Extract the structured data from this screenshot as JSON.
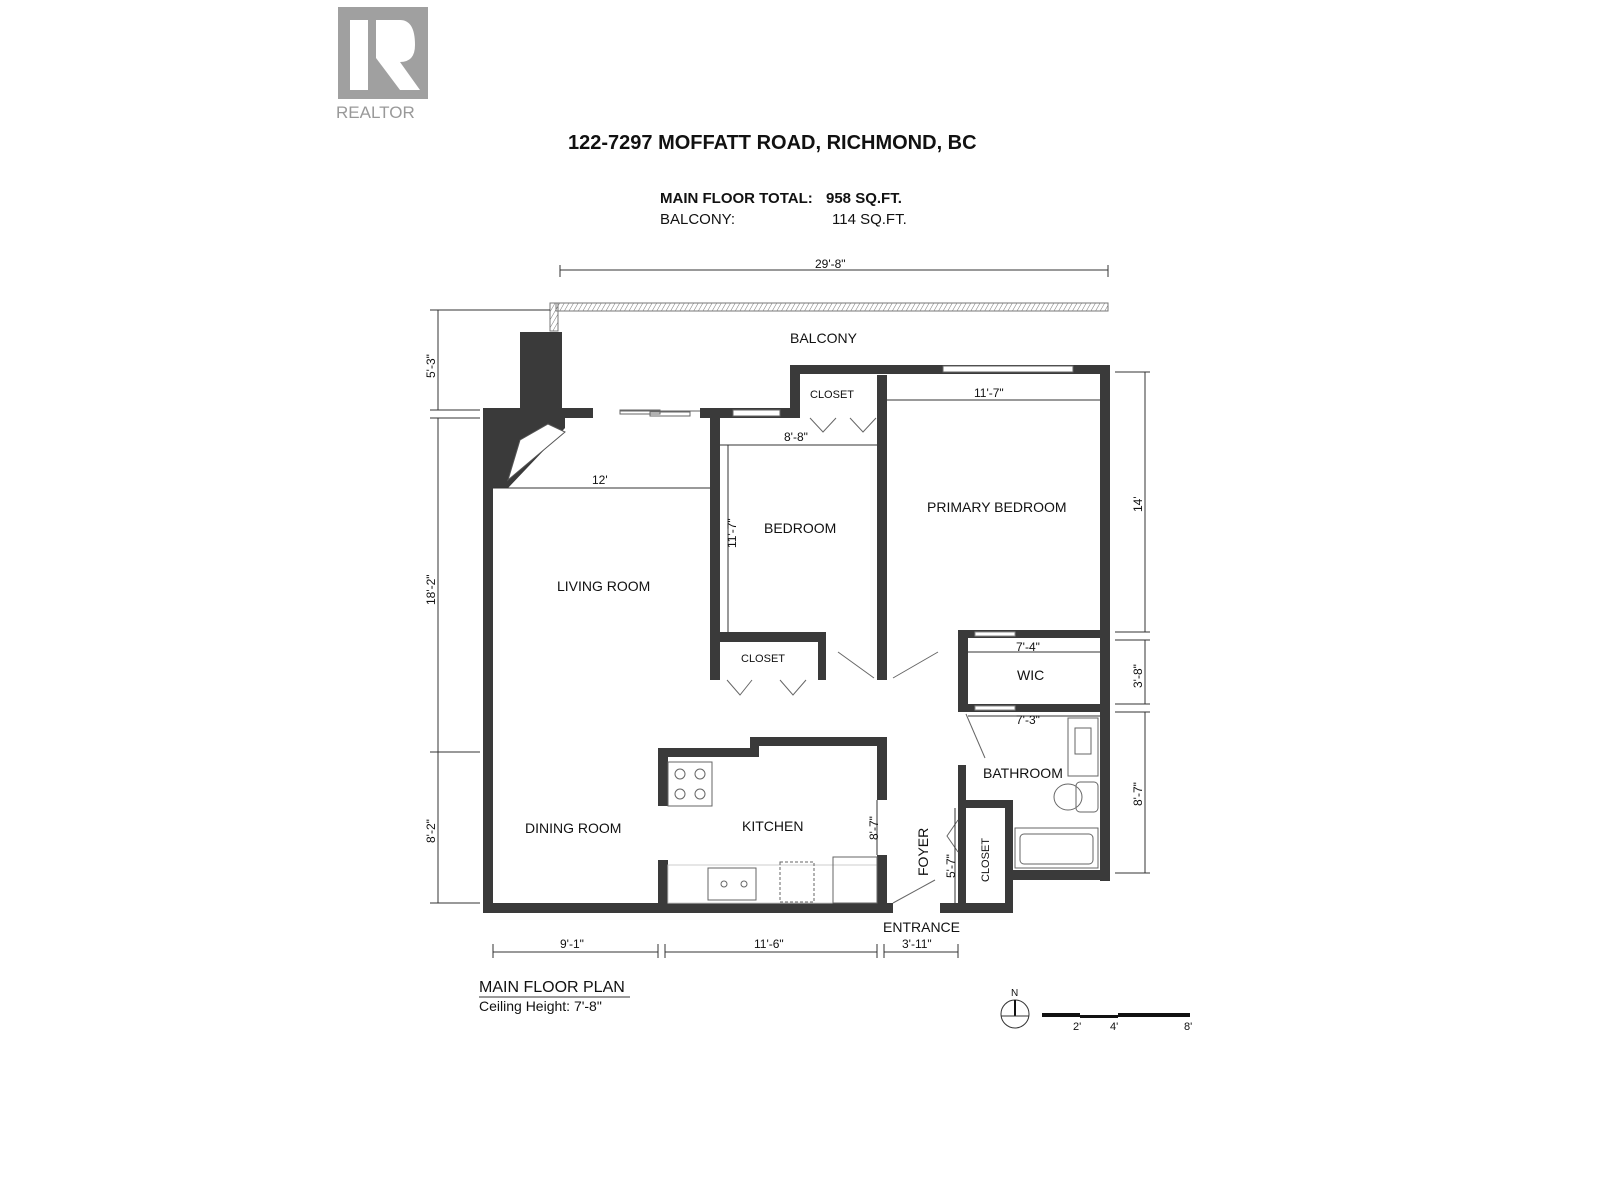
{
  "logo": {
    "text": "REALTOR",
    "mark": "R",
    "color": "#a0a0a0"
  },
  "header": {
    "address": "122-7297 MOFFATT ROAD, RICHMOND, BC",
    "main_floor_label": "MAIN FLOOR TOTAL:",
    "main_floor_value": "958 SQ.FT.",
    "balcony_label": "BALCONY:",
    "balcony_value": "114 SQ.FT."
  },
  "rooms": {
    "balcony": "BALCONY",
    "closet_top": "CLOSET",
    "primary_bedroom": "PRIMARY BEDROOM",
    "bedroom": "BEDROOM",
    "living_room": "LIVING ROOM",
    "closet_bedroom": "CLOSET",
    "wic": "WIC",
    "bathroom": "BATHROOM",
    "kitchen": "KITCHEN",
    "dining_room": "DINING ROOM",
    "foyer": "FOYER",
    "closet_foyer": "CLOSET",
    "entrance": "ENTRANCE"
  },
  "dimensions": {
    "overall_width": "29'-8\"",
    "balcony_depth": "5'-3\"",
    "living_depth": "18'-2\"",
    "dining_depth": "8'-2\"",
    "living_width": "12'",
    "bedroom_width": "8'-8\"",
    "bedroom_depth": "11'-7\"",
    "primary_width": "11'-7\"",
    "primary_depth": "14'",
    "wic_width": "7'-4\"",
    "wic_depth": "3'-8\"",
    "bath_width": "7'-3\"",
    "bath_depth": "8'-7\"",
    "kitchen_depth": "8'-7\"",
    "foyer_depth": "5'-7\"",
    "dining_width": "9'-1\"",
    "kitchen_width": "11'-6\"",
    "entrance_width": "3'-11\""
  },
  "footer": {
    "plan_title": "MAIN FLOOR PLAN",
    "ceiling": "Ceiling Height: 7'-8\"",
    "north": "N",
    "scale": [
      "2'",
      "4'",
      "8'"
    ]
  }
}
